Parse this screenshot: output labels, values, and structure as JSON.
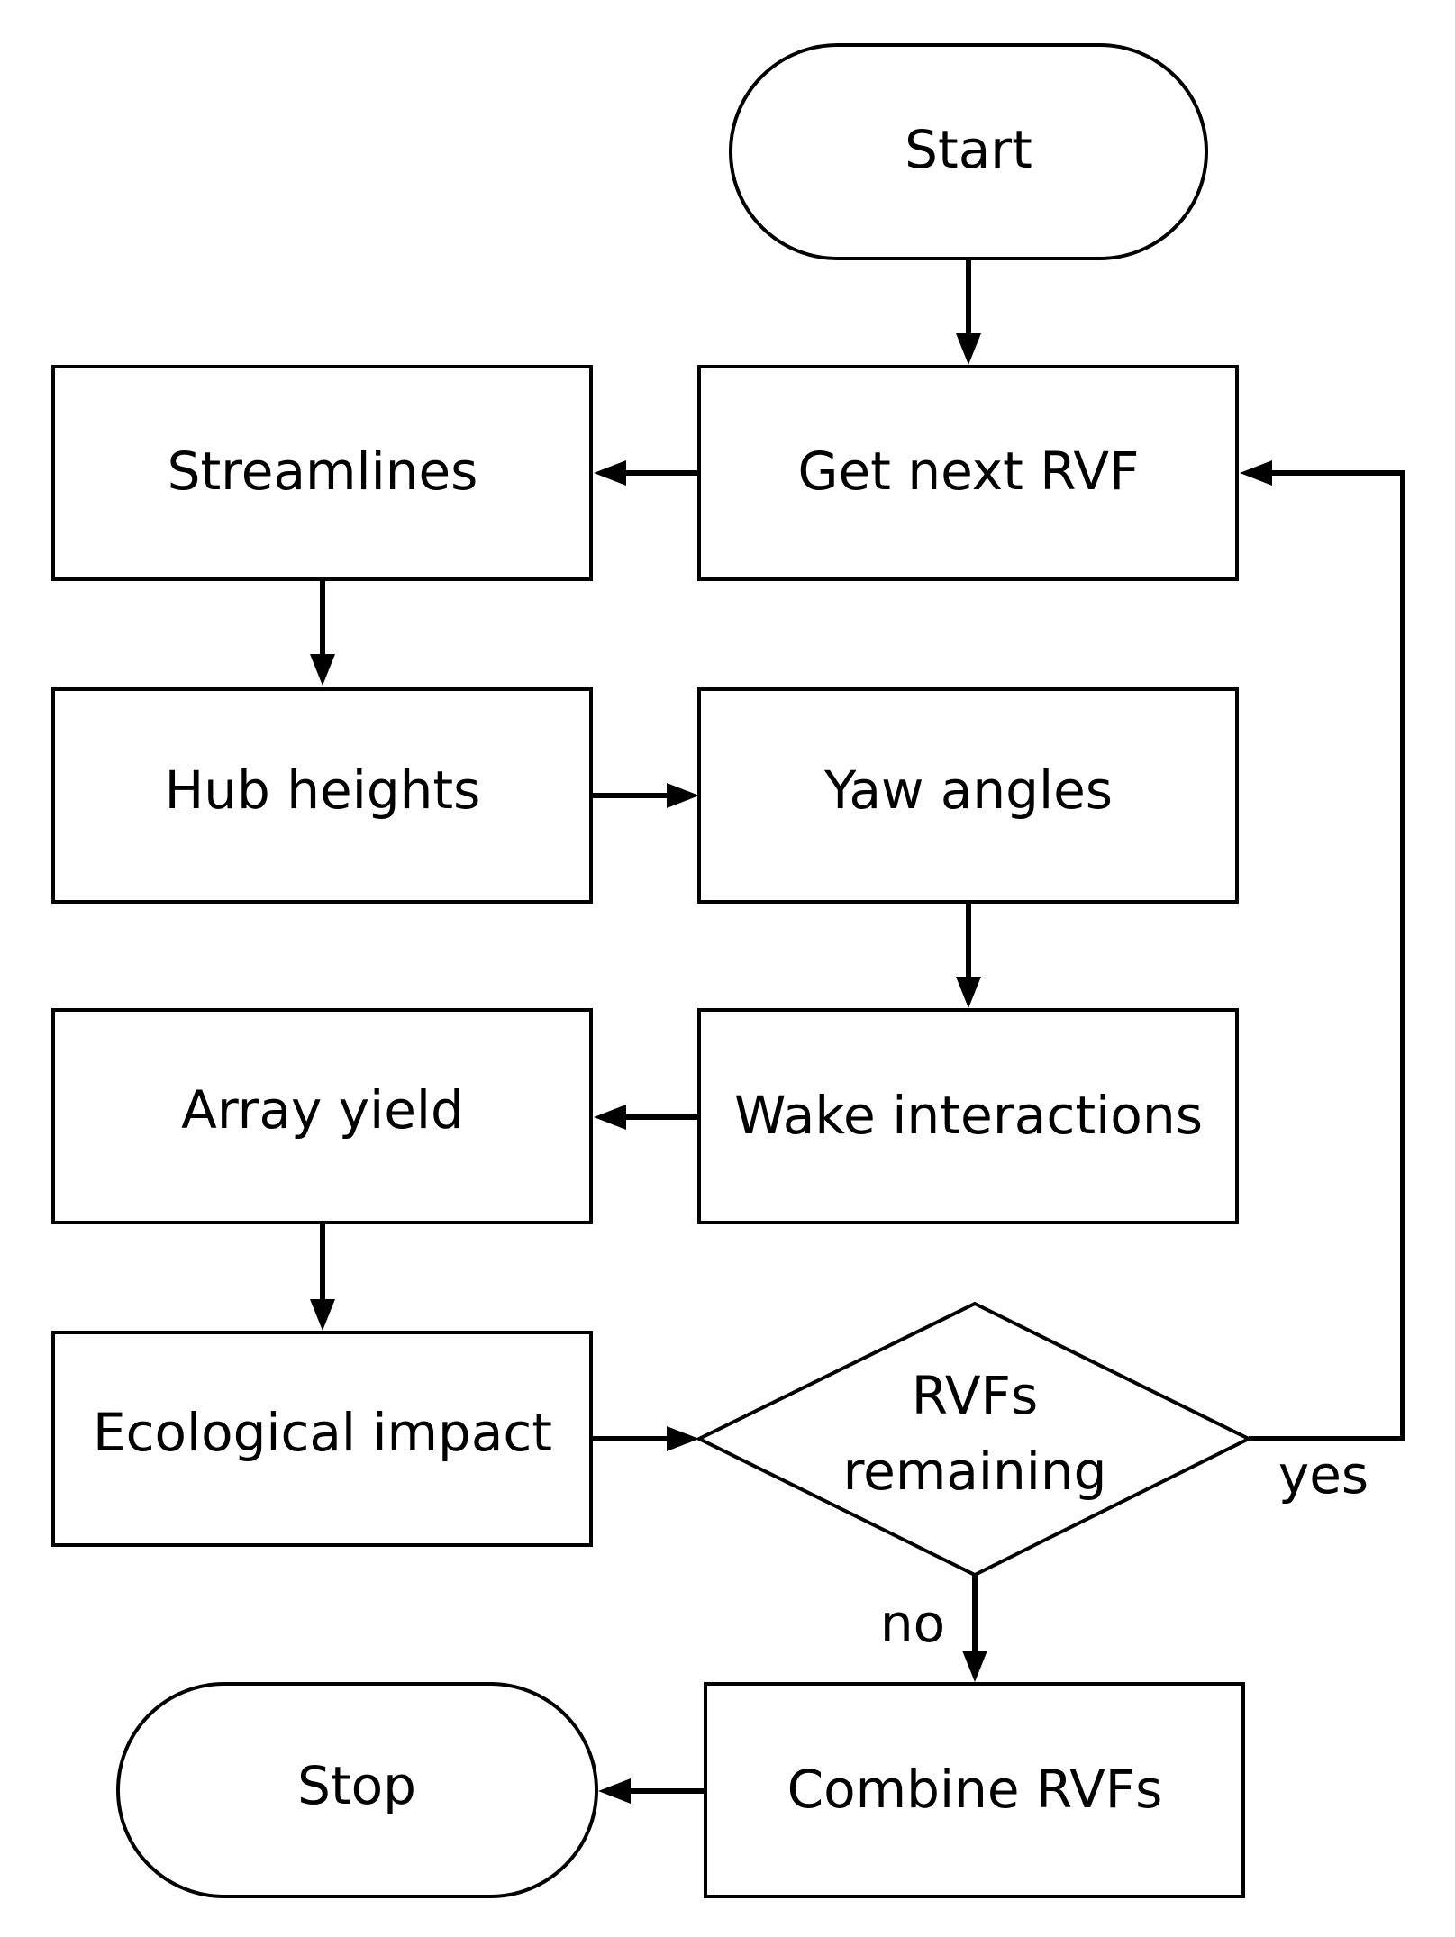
{
  "nodes": {
    "start": {
      "label": "Start"
    },
    "get_next_rvf": {
      "label": "Get next RVF"
    },
    "streamlines": {
      "label": "Streamlines"
    },
    "hub_heights": {
      "label": "Hub heights"
    },
    "yaw_angles": {
      "label": "Yaw angles"
    },
    "array_yield": {
      "label": "Array yield"
    },
    "wake_interactions": {
      "label": "Wake interactions"
    },
    "ecological_impact": {
      "label": "Ecological impact"
    },
    "rvfs_remaining": {
      "label_line1": "RVFs",
      "label_line2": "remaining"
    },
    "combine_rvfs": {
      "label": "Combine RVFs"
    },
    "stop": {
      "label": "Stop"
    }
  },
  "edge_labels": {
    "yes": "yes",
    "no": "no"
  },
  "colors": {
    "stroke": "#000000",
    "fill": "#ffffff"
  }
}
